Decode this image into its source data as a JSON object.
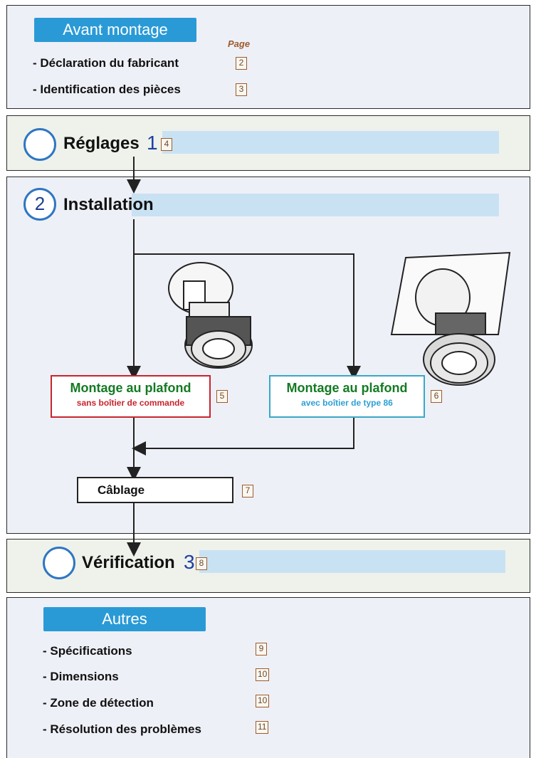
{
  "avant": {
    "title": "Avant montage",
    "page_label": "Page",
    "items": [
      {
        "label": "- Déclaration du fabricant",
        "page": "2"
      },
      {
        "label": "- Identification des pièces",
        "page": "3"
      }
    ]
  },
  "reglages": {
    "title": "Réglages",
    "number": "1",
    "page": "4"
  },
  "installation": {
    "number": "2",
    "title": "Installation",
    "option_a": {
      "title": "Montage au plafond",
      "subtitle": "sans boîtier de commande",
      "page": "5"
    },
    "option_b": {
      "title": "Montage au plafond",
      "subtitle": "avec boîtier de type 86",
      "page": "6"
    },
    "cablage": {
      "label": "Câblage",
      "page": "7"
    }
  },
  "verification": {
    "title": "Vérification",
    "number": "3",
    "page": "8"
  },
  "autres": {
    "title": "Autres",
    "items": [
      {
        "label": "- Spécifications",
        "page": "9"
      },
      {
        "label": "- Dimensions",
        "page": "10"
      },
      {
        "label": "- Zone de détection",
        "page": "10"
      },
      {
        "label": "- Résolution des problèmes",
        "page": "11"
      }
    ]
  },
  "colors": {
    "accent_blue": "#2a9ad6",
    "band_blue": "#c9e2f3",
    "page_brown": "#9c5b2c",
    "green_title": "#137a22",
    "red_border": "#c8242c",
    "teal_border": "#3aa8c6"
  }
}
